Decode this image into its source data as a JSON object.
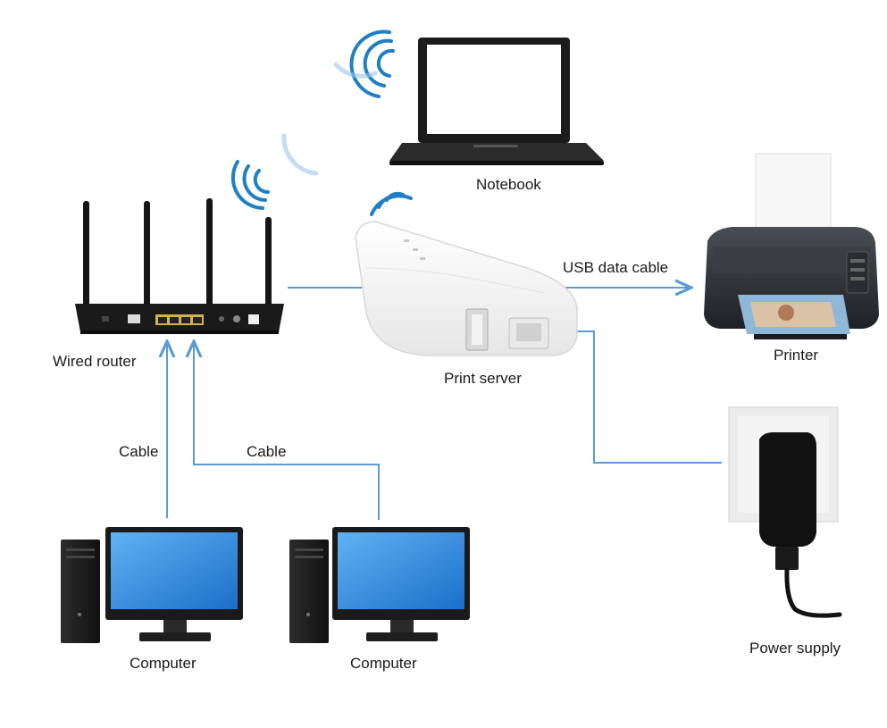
{
  "labels": {
    "notebook": "Notebook",
    "wired_router": "Wired router",
    "print_server": "Print server",
    "usb_cable": "USB data cable",
    "printer": "Printer",
    "cable_left": "Cable",
    "cable_right": "Cable",
    "computer_left": "Computer",
    "computer_right": "Computer",
    "power_supply": "Power supply"
  },
  "colors": {
    "connector_line": "#5b9bd5",
    "wifi_wave": "#1e7fc4",
    "screen": "#2f8fe0",
    "device_dark": "#1b1b1b",
    "print_server_body": "#f6f6f6"
  }
}
